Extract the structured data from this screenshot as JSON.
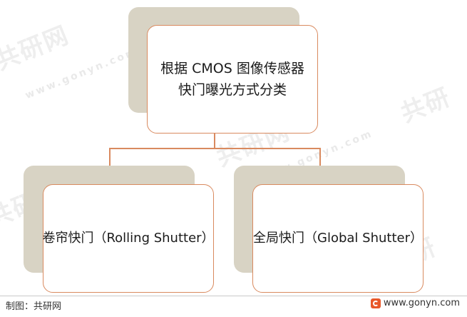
{
  "watermark": {
    "brand": "共研网",
    "url": "www.gonyn.com"
  },
  "diagram": {
    "root": {
      "label": "根据 CMOS 图像传感器快门曝光方式分类"
    },
    "children": [
      {
        "label": "卷帘快门（Rolling Shutter）"
      },
      {
        "label": "全局快门（Global Shutter）"
      }
    ]
  },
  "footer": {
    "credit": "制图：共研网",
    "site": "www.gonyn.com"
  },
  "colors": {
    "card_border": "#d98a5f",
    "shadow": "#d8d3c4",
    "logo": "#e8582a"
  }
}
